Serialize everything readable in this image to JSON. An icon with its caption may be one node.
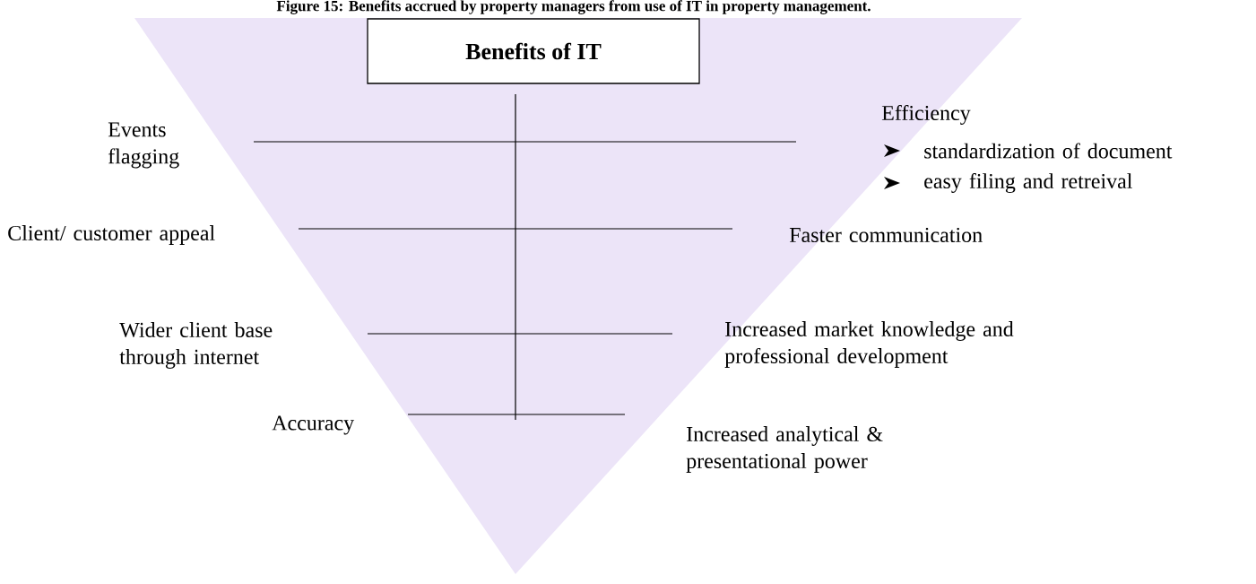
{
  "diagram": {
    "title": "Figure 15: Benefits accrued by property managers from use of IT in property management.",
    "nodes": [
      {
        "text": [
          "Benefits of IT"
        ]
      }
    ],
    "labels": [
      "Events flagging",
      "Efficiency",
      "standardization of document",
      "easy filing and retreival",
      "Client/ customer appeal",
      "Faster communication",
      "Wider client base through internet",
      "Increased market knowledge and professional development",
      "Accuracy",
      "Increased analytical & presentational power"
    ]
  }
}
